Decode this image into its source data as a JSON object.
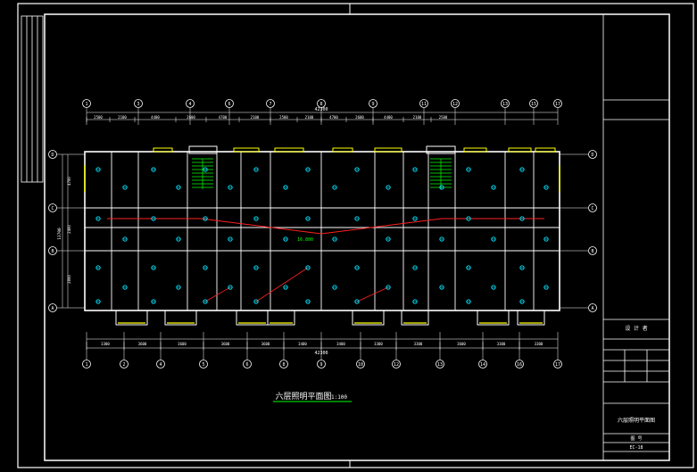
{
  "drawing": {
    "title": "六层照明平面图",
    "scale": "1:100",
    "total_dim_top": "42300",
    "total_dim_bottom": "42300",
    "level_mark": "16.800"
  },
  "axes": {
    "top_labels": [
      "1",
      "3",
      "4",
      "6",
      "7",
      "8",
      "9",
      "11",
      "12",
      "13",
      "15",
      "17"
    ],
    "bottom_labels": [
      "1",
      "2",
      "4",
      "5",
      "6",
      "8",
      "9",
      "10",
      "12",
      "13",
      "14",
      "16",
      "17"
    ],
    "row_labels": [
      "D",
      "C",
      "B",
      "A"
    ]
  },
  "dimensions": {
    "top_segments": [
      "2500",
      "2100",
      "4400",
      "2600",
      "4700",
      "2100",
      "2500",
      "2100",
      "4700",
      "2600",
      "4400",
      "2100",
      "2500"
    ],
    "bottom_segments": [
      "3300",
      "3600",
      "3600",
      "3600",
      "3600",
      "3400",
      "3400",
      "3300",
      "3300",
      "3600",
      "3300",
      "3300"
    ],
    "left_segments": [
      "4700",
      "2400",
      "2800"
    ],
    "left_total": "13700"
  },
  "title_block": {
    "section_label": "设 计 者",
    "sheet_title": "六层照明平面图",
    "footer_label": "图 号",
    "footer_code": "EC-18"
  },
  "colors": {
    "background": "#000000",
    "frame": "#ffffff",
    "wall": "#ffffff",
    "wiring": "#ff2020",
    "fixture": "#00e5ff",
    "window": "#ffff00",
    "stair": "#00ff00",
    "dim": "#ffffff"
  }
}
